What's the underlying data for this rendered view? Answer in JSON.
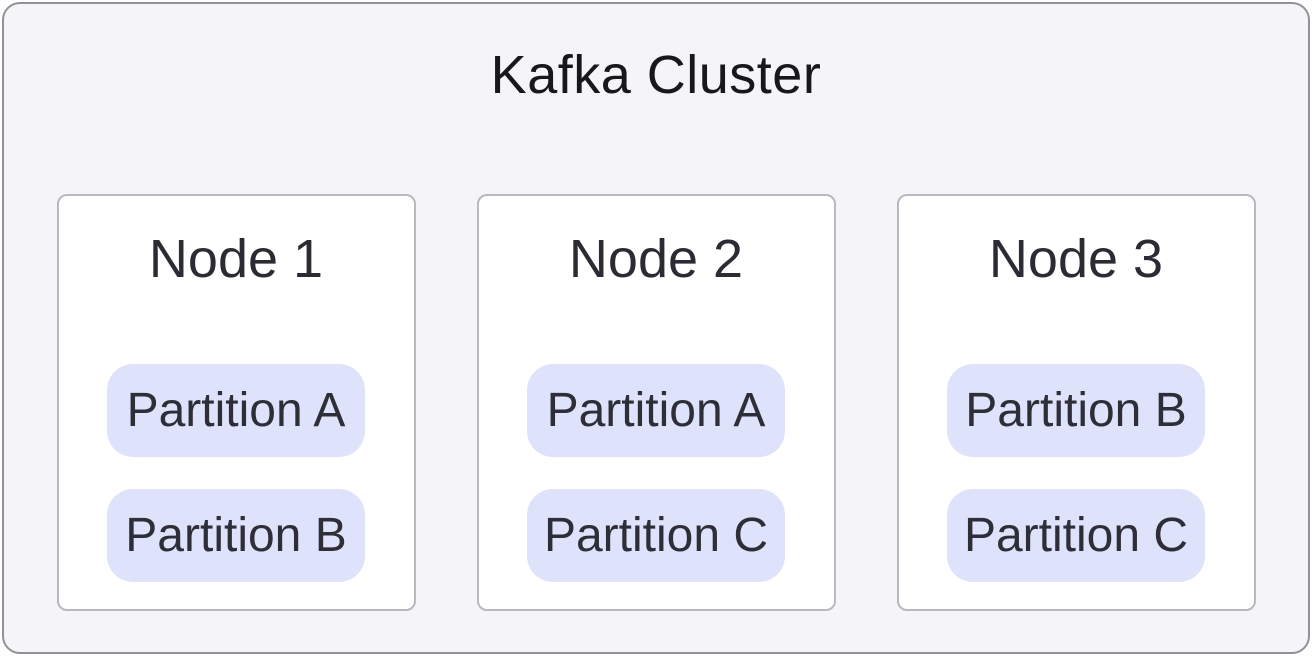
{
  "diagram": {
    "title": "Kafka Cluster",
    "nodes": [
      {
        "title": "Node 1",
        "partitions": [
          "Partition A",
          "Partition B"
        ]
      },
      {
        "title": "Node 2",
        "partitions": [
          "Partition A",
          "Partition C"
        ]
      },
      {
        "title": "Node 3",
        "partitions": [
          "Partition B",
          "Partition C"
        ]
      }
    ],
    "colors": {
      "cluster_background": "#f5f5f7",
      "cluster_border": "#91919c",
      "node_background": "#ffffff",
      "node_border": "#b8b8c0",
      "partition_background": "#dfe2fb",
      "title_text": "#17171c",
      "node_text": "#2b2b33",
      "partition_text": "#2e2e38"
    }
  }
}
